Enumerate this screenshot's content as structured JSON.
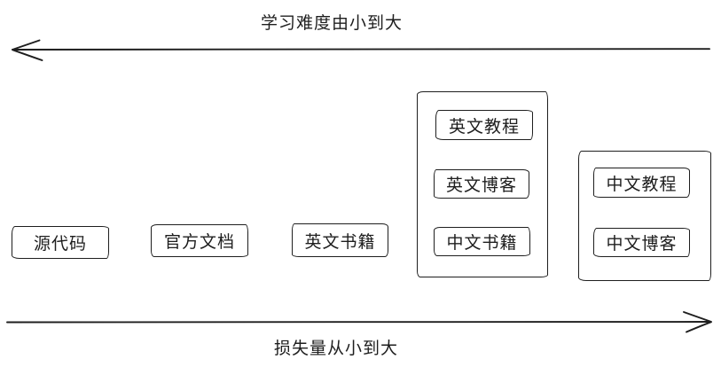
{
  "axes": {
    "top": {
      "label": "学习难度由小到大",
      "direction": "left"
    },
    "bottom": {
      "label": "损失量从小到大",
      "direction": "right"
    }
  },
  "boxes": [
    {
      "label": "源代码"
    },
    {
      "label": "官方文档"
    },
    {
      "label": "英文书籍"
    }
  ],
  "groups": [
    {
      "items": [
        {
          "label": "英文教程"
        },
        {
          "label": "英文博客"
        },
        {
          "label": "中文书籍"
        }
      ]
    },
    {
      "items": [
        {
          "label": "中文教程"
        },
        {
          "label": "中文博客"
        }
      ]
    }
  ],
  "colors": {
    "stroke": "#1e1e1e",
    "background": "#ffffff"
  }
}
